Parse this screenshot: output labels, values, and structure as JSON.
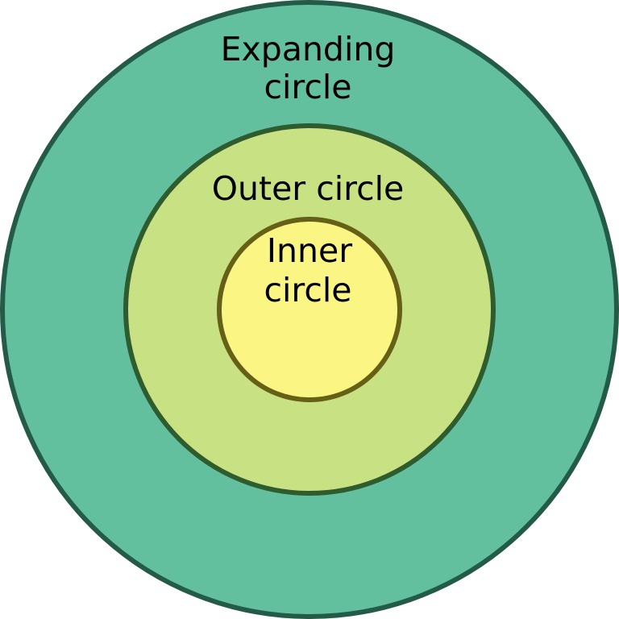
{
  "diagram": {
    "expanding_circle": {
      "label_line1": "Expanding",
      "label_line2": "circle",
      "fill": "#62c09e",
      "stroke": "#245a48"
    },
    "outer_circle": {
      "label": "Outer circle",
      "fill": "#c8e182",
      "stroke": "#2f5c2e"
    },
    "inner_circle": {
      "label_line1": "Inner",
      "label_line2": "circle",
      "fill": "#fbf683",
      "stroke": "#666016"
    }
  }
}
